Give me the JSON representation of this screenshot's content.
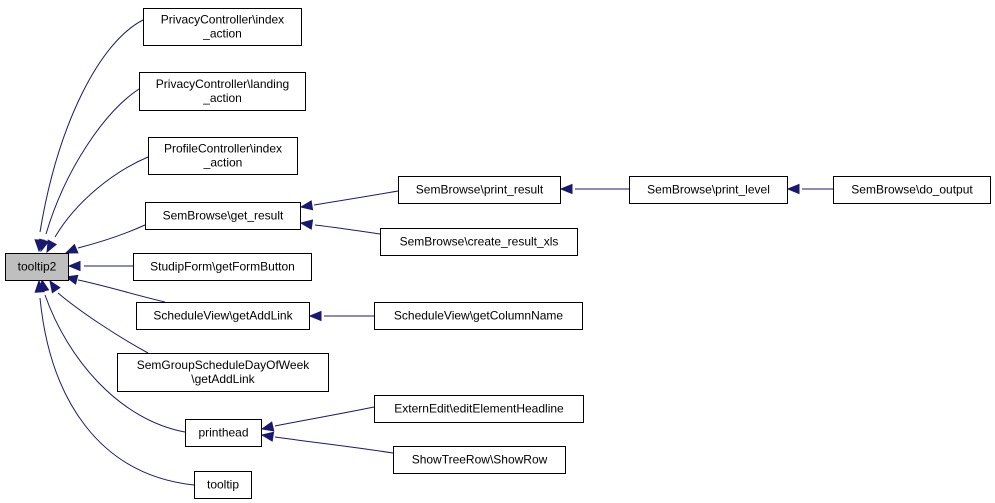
{
  "graph": {
    "nodes": {
      "tooltip2": {
        "label": [
          "tooltip2"
        ],
        "focus": true
      },
      "privacy_index": {
        "label": [
          "PrivacyController\\index",
          "_action"
        ]
      },
      "privacy_landing": {
        "label": [
          "PrivacyController\\landing",
          "_action"
        ]
      },
      "profile_index": {
        "label": [
          "ProfileController\\index",
          "_action"
        ]
      },
      "sembrowse_get_result": {
        "label": [
          "SemBrowse\\get_result"
        ]
      },
      "studipform_getformbutton": {
        "label": [
          "StudipForm\\getFormButton"
        ]
      },
      "scheduleview_getaddlink": {
        "label": [
          "ScheduleView\\getAddLink"
        ]
      },
      "semgroup_getaddlink": {
        "label": [
          "SemGroupScheduleDayOfWeek",
          "\\getAddLink"
        ]
      },
      "printhead": {
        "label": [
          "printhead"
        ]
      },
      "tooltip": {
        "label": [
          "tooltip"
        ]
      },
      "sembrowse_print_result": {
        "label": [
          "SemBrowse\\print_result"
        ]
      },
      "sembrowse_create_result_xls": {
        "label": [
          "SemBrowse\\create_result_xls"
        ]
      },
      "scheduleview_getcolumnname": {
        "label": [
          "ScheduleView\\getColumnName"
        ]
      },
      "externedit_editelementheadline": {
        "label": [
          "ExternEdit\\editElementHeadline"
        ]
      },
      "showtreerow_showrow": {
        "label": [
          "ShowTreeRow\\ShowRow"
        ]
      },
      "sembrowse_print_level": {
        "label": [
          "SemBrowse\\print_level"
        ]
      },
      "sembrowse_do_output": {
        "label": [
          "SemBrowse\\do_output"
        ]
      }
    },
    "edges": [
      {
        "from": "privacy_index",
        "to": "tooltip2"
      },
      {
        "from": "privacy_landing",
        "to": "tooltip2"
      },
      {
        "from": "profile_index",
        "to": "tooltip2"
      },
      {
        "from": "sembrowse_get_result",
        "to": "tooltip2"
      },
      {
        "from": "studipform_getformbutton",
        "to": "tooltip2"
      },
      {
        "from": "scheduleview_getaddlink",
        "to": "tooltip2"
      },
      {
        "from": "semgroup_getaddlink",
        "to": "tooltip2"
      },
      {
        "from": "printhead",
        "to": "tooltip2"
      },
      {
        "from": "tooltip",
        "to": "tooltip2"
      },
      {
        "from": "sembrowse_print_result",
        "to": "sembrowse_get_result"
      },
      {
        "from": "sembrowse_create_result_xls",
        "to": "sembrowse_get_result"
      },
      {
        "from": "sembrowse_print_level",
        "to": "sembrowse_print_result"
      },
      {
        "from": "sembrowse_do_output",
        "to": "sembrowse_print_level"
      },
      {
        "from": "scheduleview_getcolumnname",
        "to": "scheduleview_getaddlink"
      },
      {
        "from": "externedit_editelementheadline",
        "to": "printhead"
      },
      {
        "from": "showtreerow_showrow",
        "to": "printhead"
      }
    ],
    "colors": {
      "edge": "#191970",
      "node_border": "#000000",
      "node_fill": "#ffffff",
      "focus_fill": "#bfbfbf"
    }
  }
}
